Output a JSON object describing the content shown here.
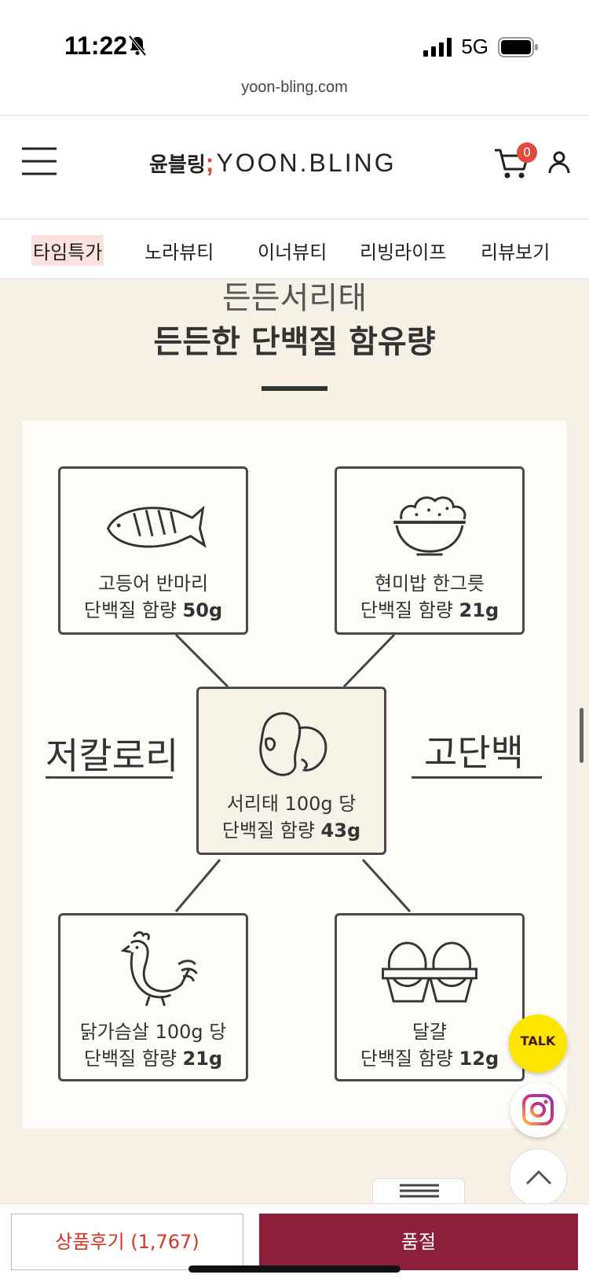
{
  "status": {
    "time": "11:22",
    "network": "5G"
  },
  "browser": {
    "url": "yoon-bling.com"
  },
  "header": {
    "logo_ko": "윤블링",
    "logo_sep": ";",
    "logo_en": "YOON.BLING",
    "cart_count": "0"
  },
  "nav": {
    "items": [
      {
        "label": "타임특가"
      },
      {
        "label": "노라뷰티"
      },
      {
        "label": "이너뷰티"
      },
      {
        "label": "리빙라이프"
      },
      {
        "label": "리뷰보기"
      }
    ]
  },
  "content": {
    "heading_partial": "든든서리태",
    "heading": "든든한 단백질 함유량",
    "left_label": "저칼로리",
    "right_label": "고단백",
    "boxes": {
      "mackerel": {
        "line1": "고등어 반마리",
        "line2_prefix": "단백질 함량 ",
        "line2_value": "50g"
      },
      "rice": {
        "line1": "현미밥 한그릇",
        "line2_prefix": "단백질 함량 ",
        "line2_value": "21g"
      },
      "bean": {
        "line1": "서리태 100g 당",
        "line2_prefix": "단백질 함량 ",
        "line2_value": "43g"
      },
      "chicken": {
        "line1": "닭가슴살 100g 당",
        "line2_prefix": "단백질 함량 ",
        "line2_value": "21g"
      },
      "egg": {
        "line1": "달걀",
        "line2_prefix": "단백질 함량 ",
        "line2_value": "12g"
      }
    }
  },
  "floating": {
    "talk_label": "TALK"
  },
  "bottom": {
    "review_label": "상품후기 (1,767)",
    "soldout_label": "품절"
  },
  "colors": {
    "page_bg": "#f6f1e4",
    "accent_red": "#e24b3d",
    "soldout_bg": "#8e1f3b",
    "kakao_yellow": "#fde500"
  }
}
